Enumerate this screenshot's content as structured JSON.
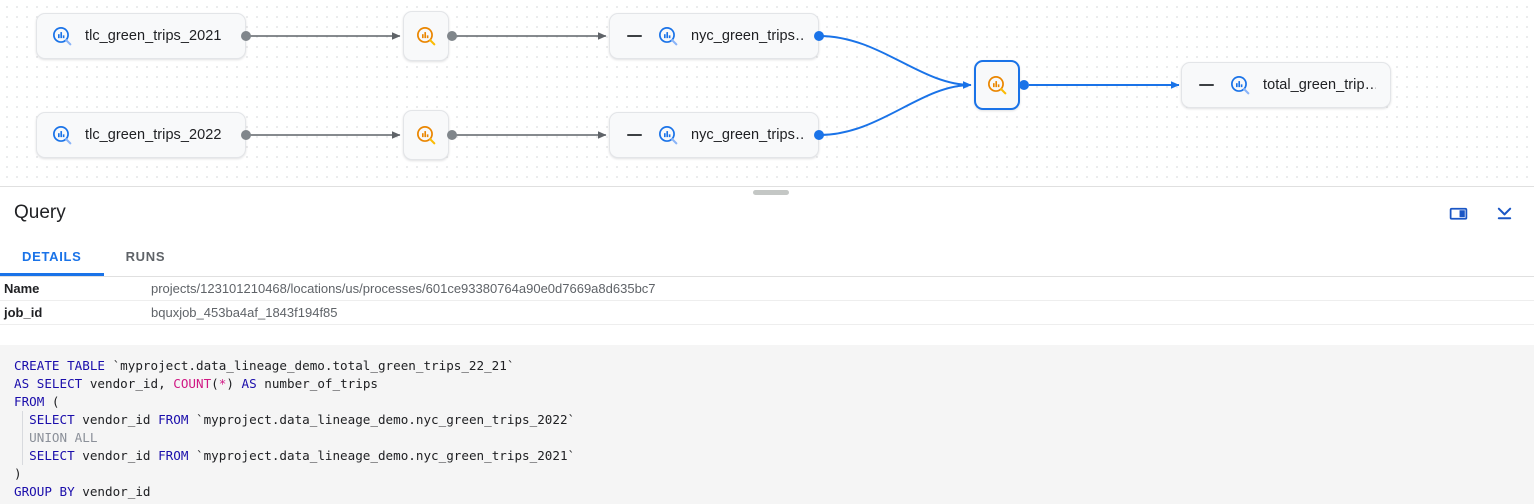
{
  "graph": {
    "nodes": [
      {
        "id": "tlc-2021",
        "label": "tlc_green_trips_2021",
        "icon": "bigquery-table-icon",
        "kind": "table",
        "collapsible": false,
        "selected": false
      },
      {
        "id": "tlc-2022",
        "label": "tlc_green_trips_2022",
        "icon": "bigquery-table-icon",
        "kind": "table",
        "collapsible": false,
        "selected": false
      },
      {
        "id": "proc-1",
        "label": "",
        "icon": "bigquery-process-icon",
        "kind": "process",
        "collapsible": false,
        "selected": false
      },
      {
        "id": "proc-2",
        "label": "",
        "icon": "bigquery-process-icon",
        "kind": "process",
        "collapsible": false,
        "selected": false
      },
      {
        "id": "nyc-2021",
        "label": "nyc_green_trips…",
        "icon": "bigquery-table-icon",
        "kind": "table",
        "collapsible": true,
        "selected": false
      },
      {
        "id": "nyc-2022",
        "label": "nyc_green_trips…",
        "icon": "bigquery-table-icon",
        "kind": "table",
        "collapsible": true,
        "selected": false
      },
      {
        "id": "proc-join",
        "label": "",
        "icon": "bigquery-process-icon",
        "kind": "process",
        "collapsible": false,
        "selected": true
      },
      {
        "id": "total",
        "label": "total_green_trip…",
        "icon": "bigquery-table-icon",
        "kind": "table",
        "collapsible": true,
        "selected": false
      }
    ],
    "colors": {
      "table_icon": "#1a73e8",
      "process_icon": "#ea8600",
      "selected_border": "#1a73e8",
      "edge_default": "#5f6368",
      "edge_highlight": "#1a73e8",
      "port_default": "#80868b",
      "port_highlight": "#1a73e8",
      "node_bg": "#f8f9fa"
    }
  },
  "panel": {
    "title": "Query",
    "actions": [
      {
        "name": "split-panel-icon",
        "label": "Split panel"
      },
      {
        "name": "collapse-down-icon",
        "label": "Collapse"
      }
    ],
    "tabs": [
      {
        "id": "details",
        "label": "DETAILS",
        "active": true
      },
      {
        "id": "runs",
        "label": "RUNS",
        "active": false
      }
    ],
    "properties": [
      {
        "key": "Name",
        "value": "projects/123101210468/locations/us/processes/601ce93380764a90e0d7669a8d635bc7"
      },
      {
        "key": "job_id",
        "value": "bquxjob_453ba4af_1843f194f85"
      }
    ]
  },
  "code": {
    "language": "sql",
    "lines": [
      [
        {
          "t": "CREATE TABLE ",
          "c": "kw"
        },
        {
          "t": "`myproject.data_lineage_demo.total_green_trips_22_21`",
          "c": "plain"
        }
      ],
      [
        {
          "t": "AS SELECT ",
          "c": "kw"
        },
        {
          "t": "vendor_id, ",
          "c": "plain"
        },
        {
          "t": "COUNT",
          "c": "fn"
        },
        {
          "t": "(",
          "c": "plain"
        },
        {
          "t": "*",
          "c": "op"
        },
        {
          "t": ") ",
          "c": "plain"
        },
        {
          "t": "AS ",
          "c": "kw"
        },
        {
          "t": "number_of_trips",
          "c": "plain"
        }
      ],
      [
        {
          "t": "FROM ",
          "c": "kw"
        },
        {
          "t": "(",
          "c": "plain"
        }
      ],
      [
        {
          "t": "  ",
          "c": "plain"
        },
        {
          "t": "SELECT ",
          "c": "kw"
        },
        {
          "t": "vendor_id ",
          "c": "plain"
        },
        {
          "t": "FROM ",
          "c": "kw"
        },
        {
          "t": "`myproject.data_lineage_demo.nyc_green_trips_2022`",
          "c": "plain"
        }
      ],
      [
        {
          "t": "  ",
          "c": "plain"
        },
        {
          "t": "UNION ALL",
          "c": "dim"
        }
      ],
      [
        {
          "t": "  ",
          "c": "plain"
        },
        {
          "t": "SELECT ",
          "c": "kw"
        },
        {
          "t": "vendor_id ",
          "c": "plain"
        },
        {
          "t": "FROM ",
          "c": "kw"
        },
        {
          "t": "`myproject.data_lineage_demo.nyc_green_trips_2021`",
          "c": "plain"
        }
      ],
      [
        {
          "t": ")",
          "c": "plain"
        }
      ],
      [
        {
          "t": "GROUP BY ",
          "c": "kw"
        },
        {
          "t": "vendor_id",
          "c": "plain"
        }
      ]
    ]
  }
}
